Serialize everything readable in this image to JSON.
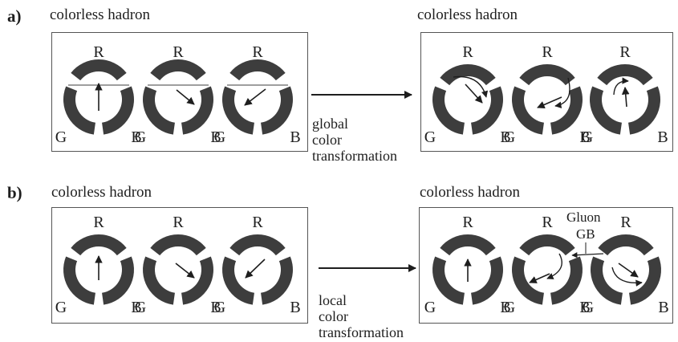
{
  "rows": [
    {
      "id": "a",
      "label": "a)",
      "left_caption": "colorless hadron",
      "right_caption": "colorless hadron",
      "transformation": [
        "global",
        "color",
        "transformation"
      ]
    },
    {
      "id": "b",
      "label": "b)",
      "left_caption": "colorless hadron",
      "right_caption": "colorless hadron",
      "transformation": [
        "local",
        "color",
        "transformation"
      ]
    }
  ],
  "color_labels": {
    "red": "R",
    "green": "G",
    "blue": "B"
  },
  "gluon": {
    "label": "Gluon",
    "charge": "GB"
  },
  "colors": {
    "ring": "#3d3d3d",
    "frame": "#555555",
    "text": "#1e1e1e"
  }
}
